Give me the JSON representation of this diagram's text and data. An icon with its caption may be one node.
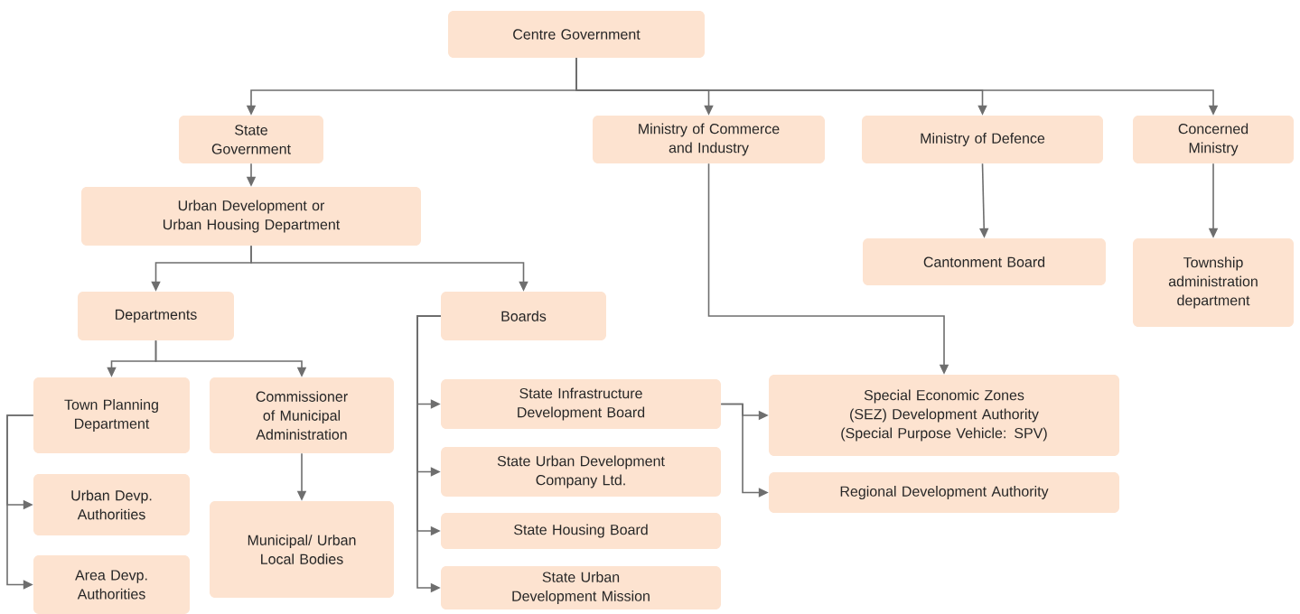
{
  "diagram": {
    "nodes": [
      {
        "text": [
          "Centre Government"
        ]
      },
      {
        "text": [
          "State Government"
        ]
      },
      {
        "text": [
          "Ministry of Commerce and Industry"
        ]
      },
      {
        "text": [
          "Ministry of Defence"
        ]
      },
      {
        "text": [
          "Concerned Ministry"
        ]
      },
      {
        "text": [
          "Urban Development or Urban Housing Department"
        ]
      },
      {
        "text": [
          "Cantonment Board"
        ]
      },
      {
        "text": [
          "Township administration department"
        ]
      },
      {
        "text": [
          "Departments"
        ]
      },
      {
        "text": [
          "Boards"
        ]
      },
      {
        "text": [
          "Town Planning Department"
        ]
      },
      {
        "text": [
          "Commissioner of Municipal Administration"
        ]
      },
      {
        "text": [
          "State Infrastructure Development Board"
        ]
      },
      {
        "text": [
          "Special Economic Zones (SEZ) Development Authority (Special Purpose Vehicle: SPV)"
        ]
      },
      {
        "text": [
          "Urban Devp. Authorities"
        ]
      },
      {
        "text": [
          "State Urban Development Company Ltd."
        ]
      },
      {
        "text": [
          "Regional Development Authority"
        ]
      },
      {
        "text": [
          "Municipal/ Urban Local Bodies"
        ]
      },
      {
        "text": [
          "State Housing Board"
        ]
      },
      {
        "text": [
          "Area Devp. Authorities"
        ]
      },
      {
        "text": [
          "State Urban Development Mission"
        ]
      }
    ],
    "edges": [
      {
        "from": 0,
        "to": 1,
        "arrow": "to"
      },
      {
        "from": 0,
        "to": 2,
        "arrow": "to"
      },
      {
        "from": 0,
        "to": 3,
        "arrow": "to"
      },
      {
        "from": 0,
        "to": 4,
        "arrow": "to"
      },
      {
        "from": 1,
        "to": 5,
        "arrow": "to"
      },
      {
        "from": 5,
        "to": 8,
        "arrow": "to"
      },
      {
        "from": 5,
        "to": 9,
        "arrow": "to"
      },
      {
        "from": 2,
        "to": 13,
        "arrow": "to"
      },
      {
        "from": 3,
        "to": 6,
        "arrow": "to"
      },
      {
        "from": 4,
        "to": 7,
        "arrow": "to"
      },
      {
        "from": 8,
        "to": 10,
        "arrow": "to"
      },
      {
        "from": 8,
        "to": 11,
        "arrow": "to"
      },
      {
        "from": 9,
        "to": 12,
        "arrow": "to"
      },
      {
        "from": 9,
        "to": 15,
        "arrow": "to"
      },
      {
        "from": 9,
        "to": 18,
        "arrow": "to"
      },
      {
        "from": 9,
        "to": 20,
        "arrow": "to"
      },
      {
        "from": 10,
        "to": 14,
        "arrow": "to"
      },
      {
        "from": 10,
        "to": 19,
        "arrow": "to"
      },
      {
        "from": 11,
        "to": 17,
        "arrow": "to"
      },
      {
        "from": 12,
        "to": 13,
        "arrow": "to"
      },
      {
        "from": 12,
        "to": 16,
        "arrow": "to"
      }
    ]
  }
}
